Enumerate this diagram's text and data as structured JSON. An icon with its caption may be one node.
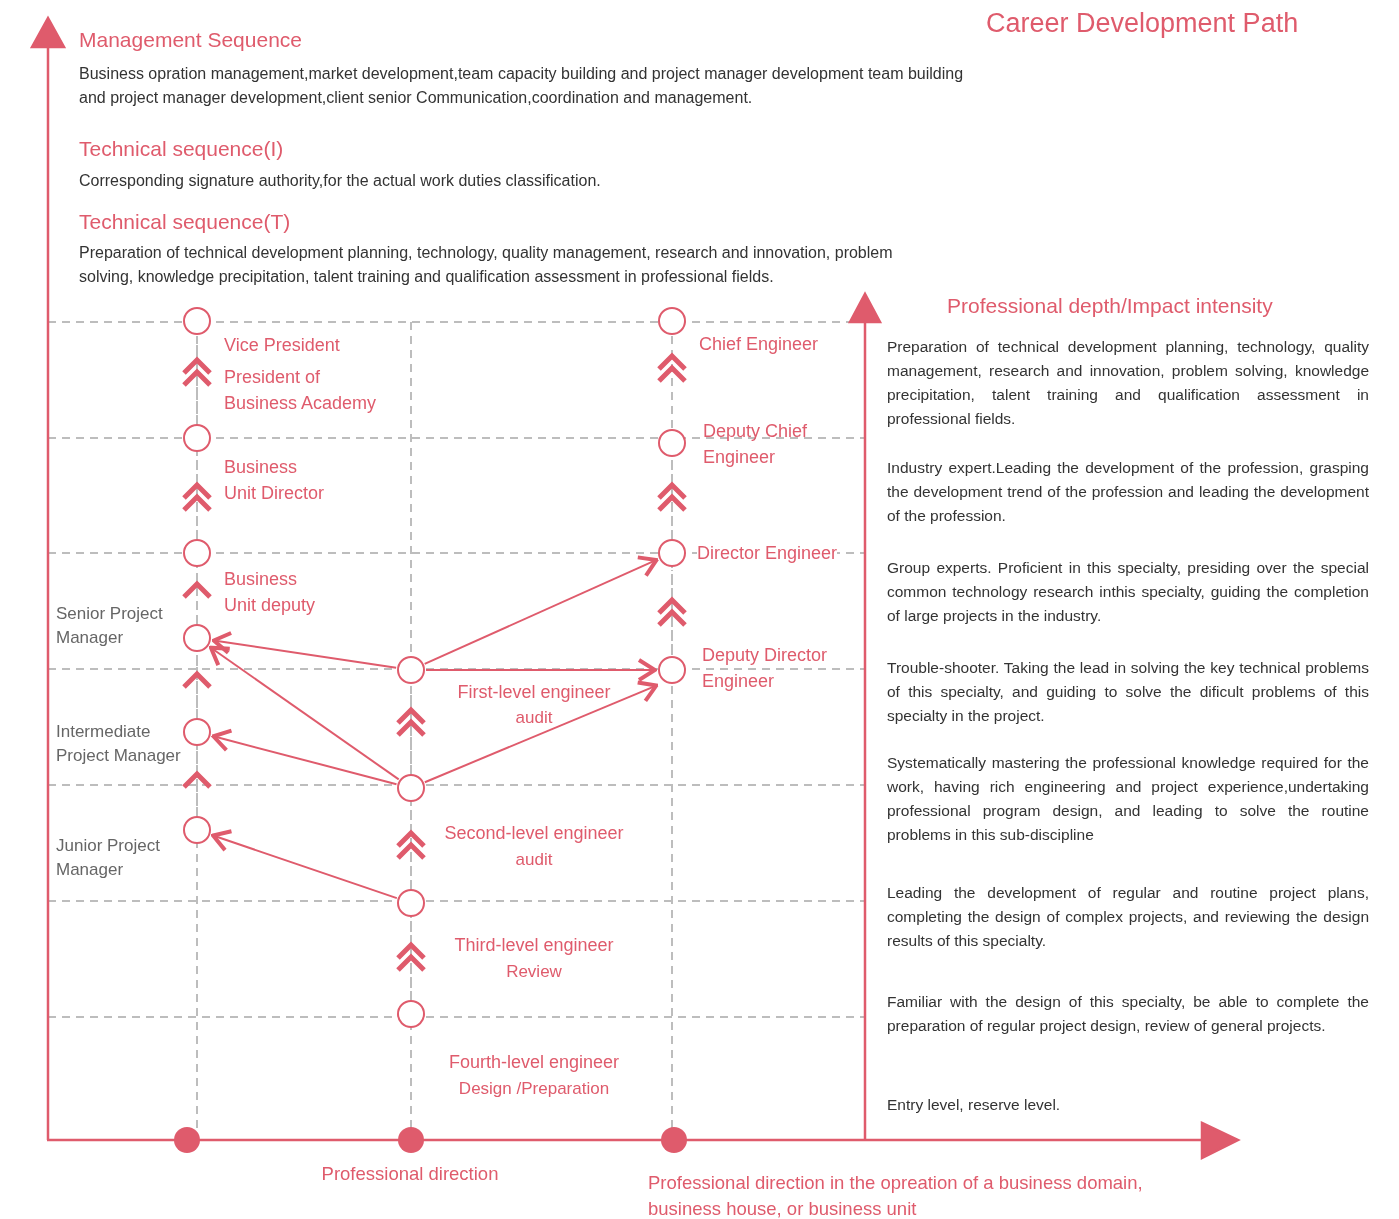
{
  "diagram": {
    "title": "Career Development Path",
    "nodes": [
      {
        "text": [],
        "shape": "circle",
        "beside": [
          "Vice President",
          "President of Business Academy"
        ]
      },
      {
        "text": [],
        "shape": "circle",
        "beside": [
          "Chief Engineer"
        ]
      },
      {
        "text": [],
        "shape": "circle",
        "beside": [
          "Business Unit Director"
        ]
      },
      {
        "text": [],
        "shape": "circle",
        "beside": [
          "Deputy Chief Engineer"
        ]
      },
      {
        "text": [],
        "shape": "circle",
        "beside": [
          "Business Unit deputy"
        ]
      },
      {
        "text": [],
        "shape": "circle",
        "beside": [
          "Director Engineer"
        ]
      },
      {
        "text": [],
        "shape": "circle",
        "beside": [
          "Senior Project Manager"
        ]
      },
      {
        "text": [],
        "shape": "circle",
        "beside": [
          "First-level engineer",
          "audit"
        ]
      },
      {
        "text": [],
        "shape": "circle",
        "beside": [
          "Deputy Director Engineer"
        ]
      },
      {
        "text": [],
        "shape": "circle",
        "beside": [
          "Intermediate Project Manager"
        ]
      },
      {
        "text": [],
        "shape": "circle",
        "beside": [
          "Second-level engineer",
          "audit"
        ]
      },
      {
        "text": [],
        "shape": "circle",
        "beside": [
          "Junior Project Manager"
        ]
      },
      {
        "text": [],
        "shape": "circle",
        "beside": [
          "Third-level engineer",
          "Review"
        ]
      },
      {
        "text": [],
        "shape": "circle",
        "beside": [
          "Fourth-level engineer",
          "Design /Preparation"
        ]
      }
    ],
    "edges": [
      {
        "from": 7,
        "to": 6,
        "arrow": "to",
        "color": "#df5b6c"
      },
      {
        "from": 10,
        "to": 6,
        "arrow": "to",
        "color": "#df5b6c"
      },
      {
        "from": 10,
        "to": 9,
        "arrow": "to",
        "color": "#df5b6c"
      },
      {
        "from": 12,
        "to": 11,
        "arrow": "to",
        "color": "#df5b6c"
      },
      {
        "from": 7,
        "to": 5,
        "arrow": "to",
        "color": "#df5b6c"
      },
      {
        "from": 7,
        "to": 8,
        "arrow": "to",
        "color": "#df5b6c"
      },
      {
        "from": 10,
        "to": 8,
        "arrow": "to",
        "color": "#df5b6c"
      },
      {
        "from": 2,
        "to": 0,
        "arrow": "to",
        "style": "dashed"
      },
      {
        "from": 4,
        "to": 2,
        "arrow": "to",
        "style": "dashed"
      },
      {
        "from": 6,
        "to": 4,
        "arrow": "to",
        "style": "dashed"
      },
      {
        "from": 9,
        "to": 6,
        "arrow": "to",
        "style": "dashed"
      },
      {
        "from": 11,
        "to": 9,
        "arrow": "to",
        "style": "dashed"
      },
      {
        "from": 10,
        "to": 7,
        "arrow": "to",
        "style": "dashed"
      },
      {
        "from": 12,
        "to": 10,
        "arrow": "to",
        "style": "dashed"
      },
      {
        "from": 13,
        "to": 12,
        "arrow": "to",
        "style": "dashed"
      },
      {
        "from": 3,
        "to": 1,
        "arrow": "to",
        "style": "dashed"
      },
      {
        "from": 5,
        "to": 3,
        "arrow": "to",
        "style": "dashed"
      },
      {
        "from": 8,
        "to": 5,
        "arrow": "to",
        "style": "dashed"
      }
    ],
    "labels": [
      "Management Sequence",
      "Business opration management,market development,team capacity building and project manager development team building and project manager development,client senior Communication,coordination and management.",
      "Technical sequence(I)",
      "Corresponding signature authority,for the actual work duties classification.",
      "Technical sequence(T)",
      "Preparation of technical development planning, technology, quality management, research and innovation, problem solving, knowledge precipitation, talent training and qualification assessment in professional fields.",
      "Professional depth/Impact intensity",
      "Preparation of technical development planning, technology, quality management, research and innovation, problem solving, knowledge precipitation, talent training and qualification assessment in professional fields.",
      "Industry expert.Leading the development of the profession, grasping the development trend of the profession and leading the development of the profession.",
      "Group experts. Proficient in this specialty, presiding over the special common technology research inthis specialty, guiding the completion of large projects in the industry.",
      "Trouble-shooter. Taking the lead in solving the key technical problems of this specialty, and guiding to solve the dificult problems of this specialty in the project.",
      "Systematically mastering the professional knowledge required for the work, having rich engineering and project experience,undertaking professional program design, and leading to solve the routine problems in this sub-discipline",
      "Leading the development of regular and routine project plans, completing the design of complex projects, and reviewing the design results of this specialty.",
      "Familiar with the design of this specialty, be able to complete the preparation of regular project design, review of general projects.",
      "Entry level, reserve level.",
      "Professional direction",
      "Professional direction in the opreation of a business domain, business house, or business unit"
    ]
  }
}
